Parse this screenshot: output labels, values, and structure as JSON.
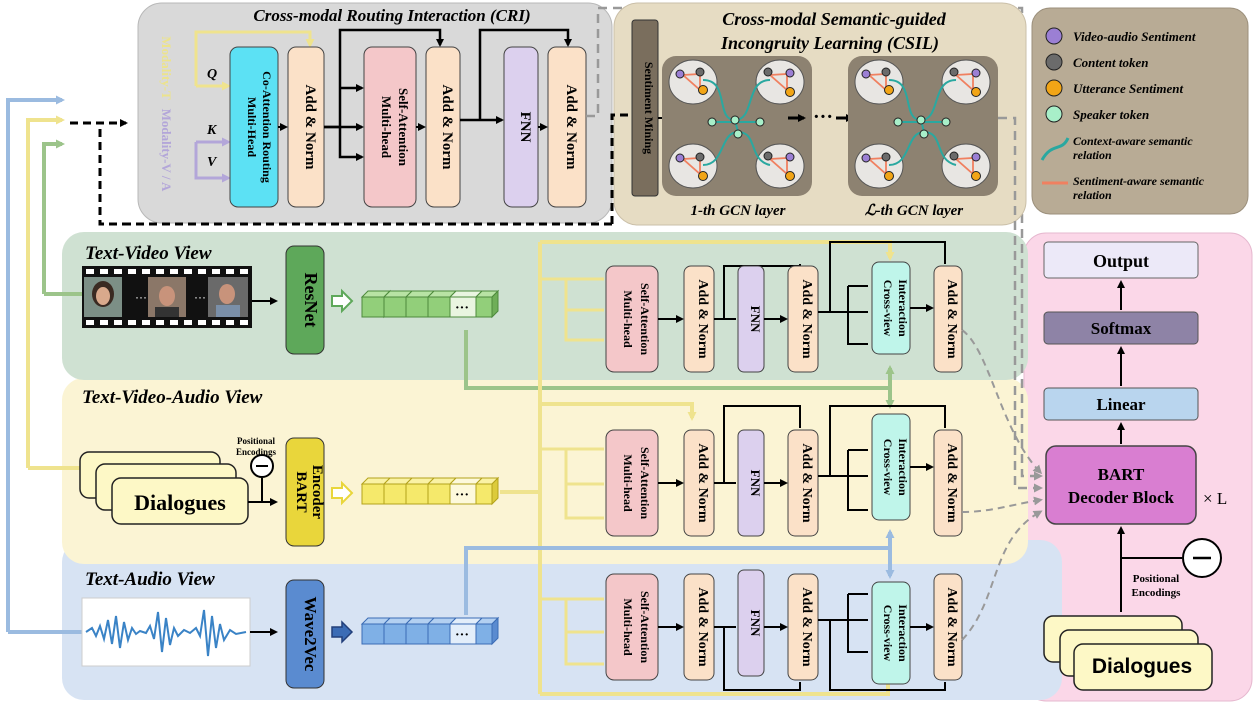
{
  "cri": {
    "title": "Cross-modal Routing Interaction (CRI)",
    "modality_t": "Modality-T",
    "modality_va": "Modality-V / A",
    "q": "Q",
    "k": "K",
    "v": "V",
    "coattn_l1": "Multi-Head",
    "coattn_l2": "Co-Attention Routing",
    "addnorm": "Add & Norm",
    "mhsa_l1": "Multi-head",
    "mhsa_l2": "Self-Attention",
    "fnn": "FNN"
  },
  "csil": {
    "title_l1": "Cross-modal Semantic-guided",
    "title_l2": "Incongruity Learning (CSIL)",
    "sentiment_mining": "Sentiment Mining",
    "gcn_first": "1-th GCN layer",
    "gcn_last": "ℒ-th GCN layer",
    "dots": "···"
  },
  "legend": {
    "items": [
      {
        "label": "Video-audio Sentiment",
        "color": "#9b7fd4"
      },
      {
        "label": "Content token",
        "color": "#6b6b6b"
      },
      {
        "label": "Utterance Sentiment",
        "color": "#f2a516"
      },
      {
        "label": "Speaker token",
        "color": "#a8efc9"
      }
    ],
    "context_l1": "Context-aware semantic",
    "context_l2": "relation",
    "sentiment_l1": "Sentiment-aware semantic",
    "sentiment_l2": "relation"
  },
  "views": {
    "tv": {
      "title": "Text-Video View",
      "encoder": "ResNet"
    },
    "tva": {
      "title": "Text-Video-Audio View",
      "encoder_l1": "BART",
      "encoder_l2": "Encoder",
      "input": "Dialogues",
      "pos_l1": "Positional",
      "pos_l2": "Encodings"
    },
    "ta": {
      "title": "Text-Audio View",
      "encoder": "Wave2Vec"
    },
    "mhsa_l1": "Multi-head",
    "mhsa_l2": "Self-Attention",
    "addnorm": "Add & Norm",
    "fnn": "FNN",
    "cross_l1": "Cross-view",
    "cross_l2": "Interaction",
    "dots": "···"
  },
  "decoder": {
    "output": "Output",
    "softmax": "Softmax",
    "linear": "Linear",
    "block_l1": "BART",
    "block_l2": "Decoder Block",
    "times": "× L",
    "pos_l1": "Positional",
    "pos_l2": "Encodings",
    "dialogues": "Dialogues"
  },
  "colors": {
    "text_modality": "#f0e68c",
    "video_line": "#9cc48a",
    "audio_line": "#9bbbe0",
    "tv_bg": "#cfe1d2",
    "tva_bg": "#fbf4d4",
    "ta_bg": "#d7e3f3",
    "decoder_bg": "#fbd7e8",
    "cri_bg": "#d9d9d9",
    "csil_bg": "#e6dcc3",
    "legend_bg": "#b8ab95"
  }
}
